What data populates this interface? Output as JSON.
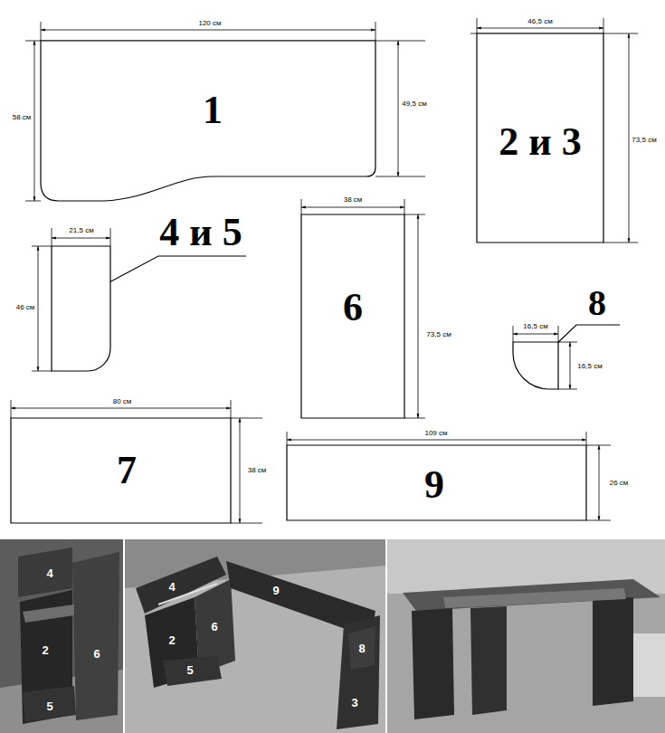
{
  "diagram": {
    "nodes": [
      {
        "text": [
          "1"
        ]
      },
      {
        "text": [
          "2 и 3"
        ]
      },
      {
        "text": [
          "4 и 5"
        ]
      },
      {
        "text": [
          "6"
        ]
      },
      {
        "text": [
          "8"
        ]
      },
      {
        "text": [
          "7"
        ]
      },
      {
        "text": [
          "9"
        ]
      }
    ],
    "labels": [
      "120 см",
      "58 см",
      "49,5 см",
      "46,5 см",
      "73,5 см",
      "21,5 см",
      "46 см",
      "38 см",
      "73,5 см",
      "16,5 см",
      "16,5 см",
      "80 см",
      "38 см",
      "109 см",
      "26 см",
      "4",
      "2",
      "6",
      "5",
      "4",
      "9",
      "2",
      "6",
      "8",
      "5",
      "3"
    ]
  }
}
